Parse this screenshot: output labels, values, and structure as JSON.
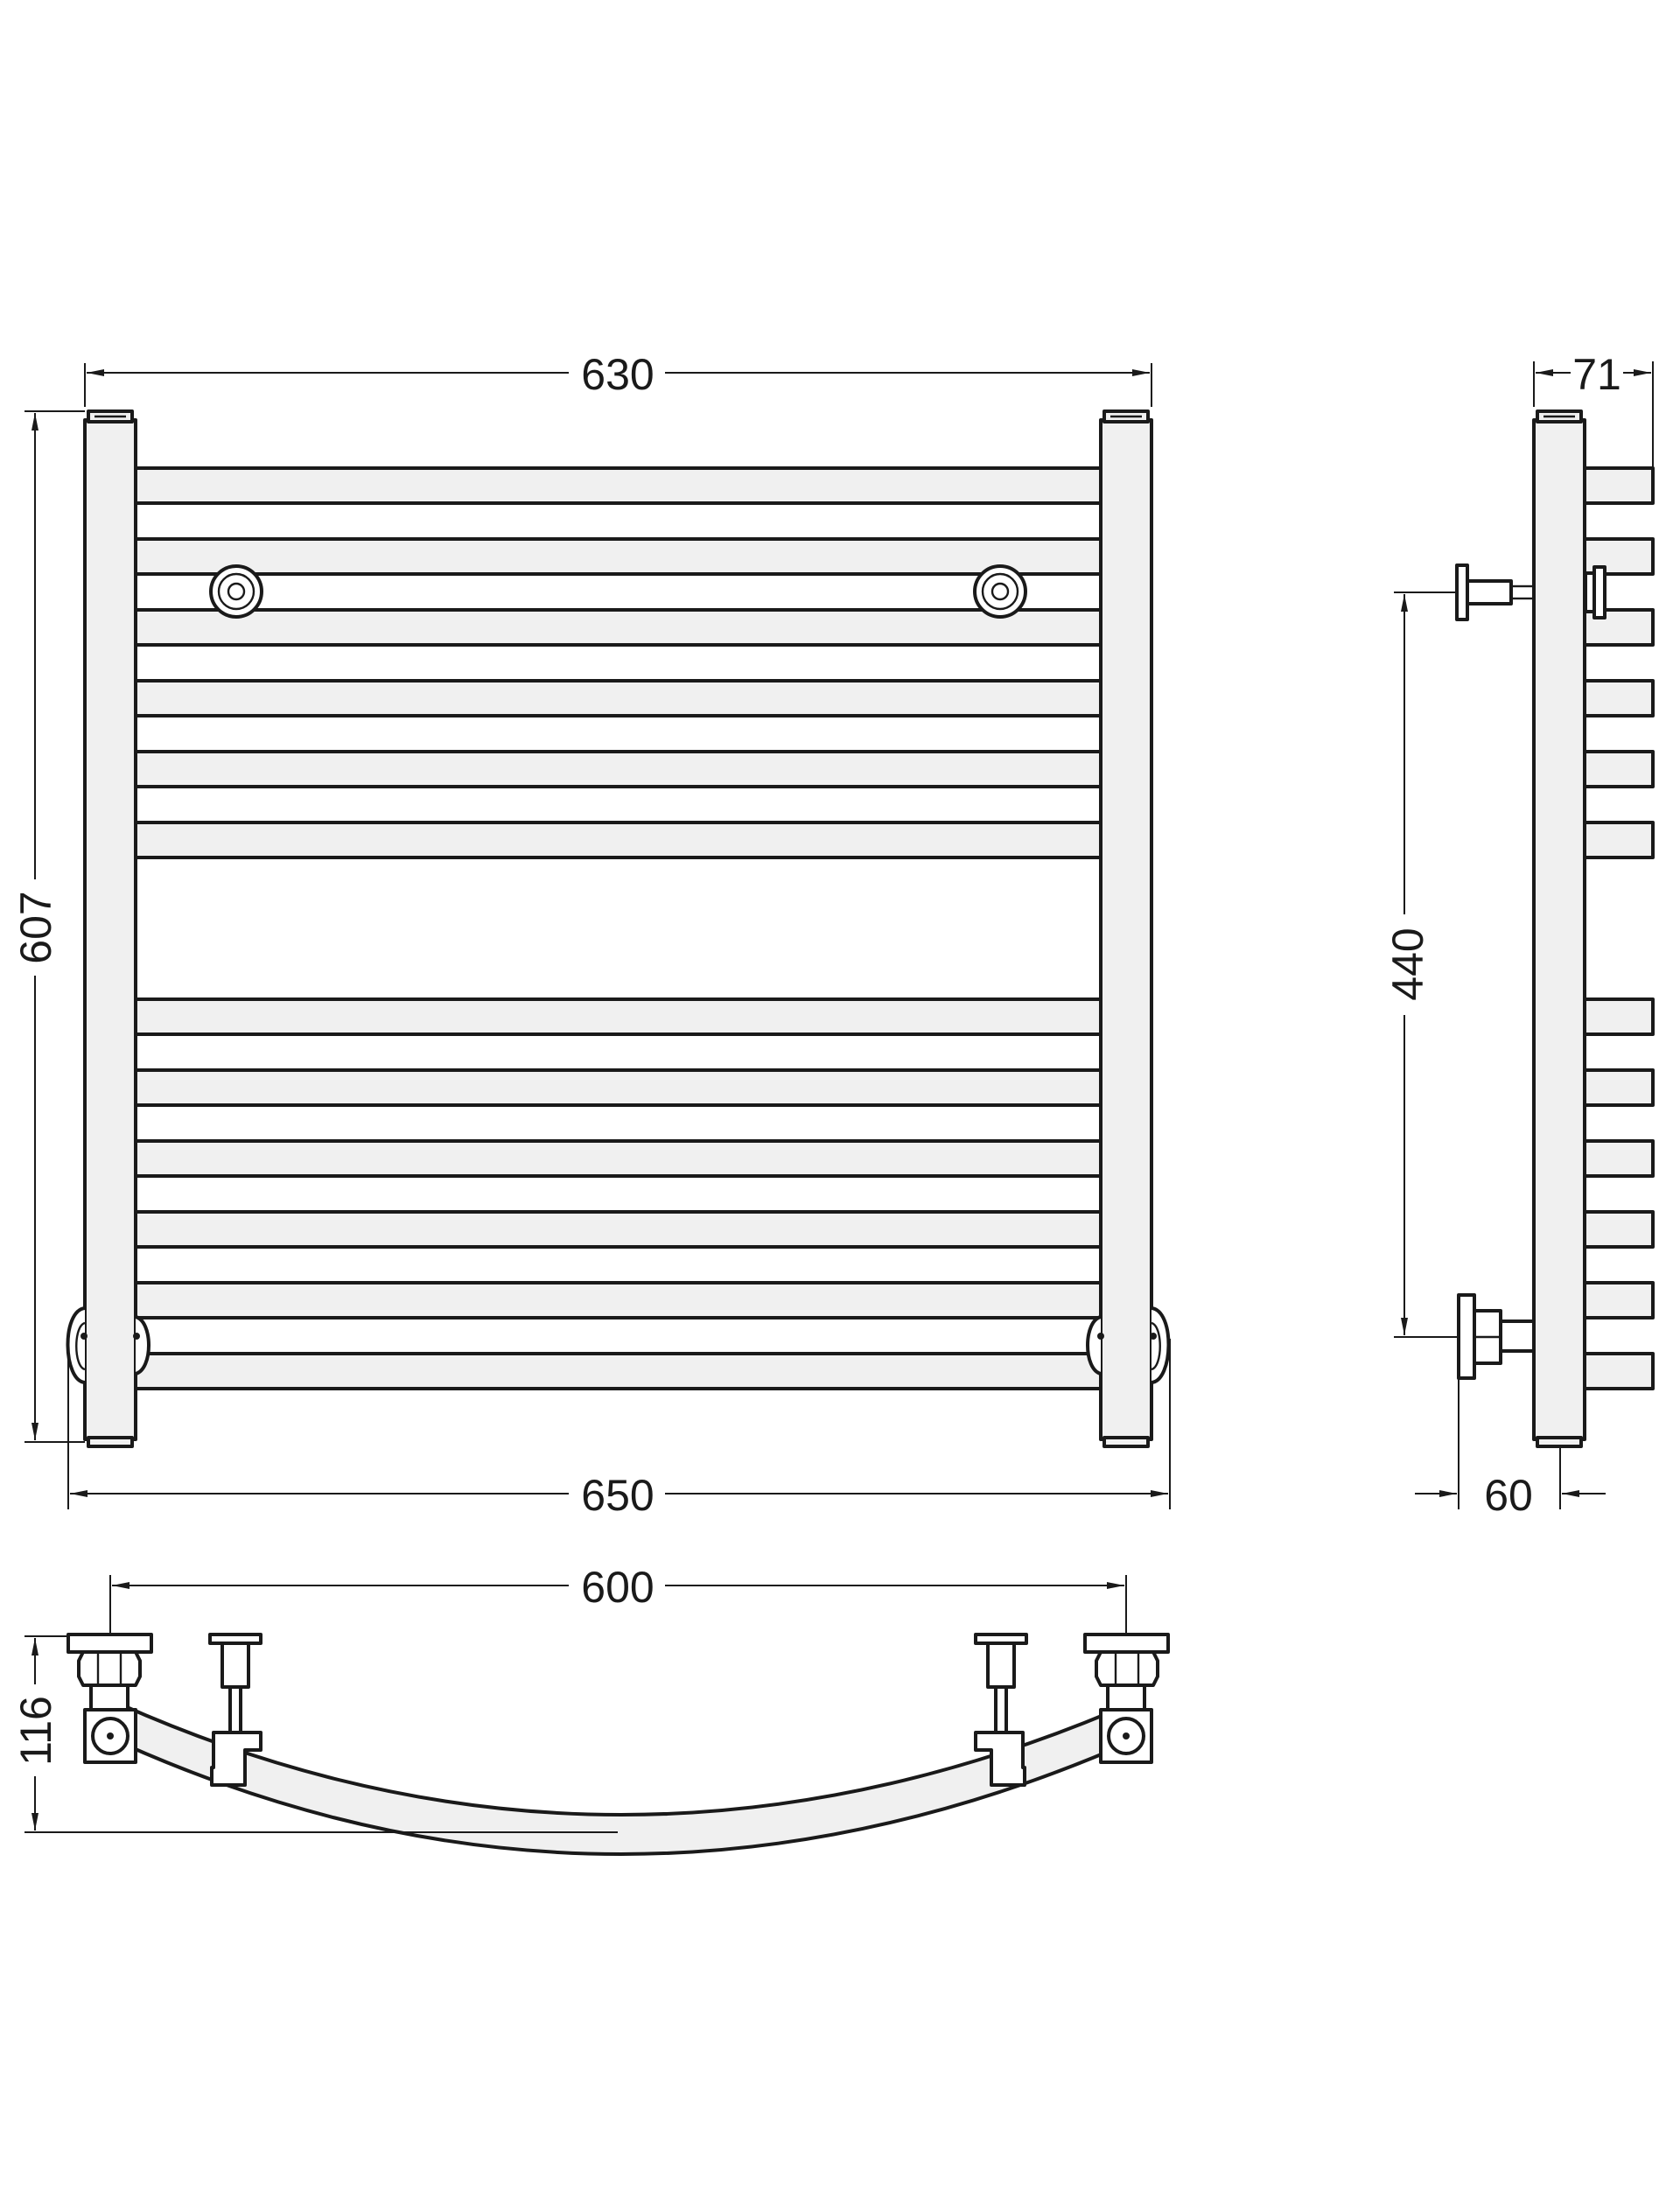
{
  "dimensions": {
    "front_width_top": "630",
    "front_height": "607",
    "front_width_bottom": "650",
    "side_depth_top": "71",
    "side_connection_spacing": "440",
    "side_depth_bottom": "60",
    "plan_width": "600",
    "plan_depth": "116"
  }
}
